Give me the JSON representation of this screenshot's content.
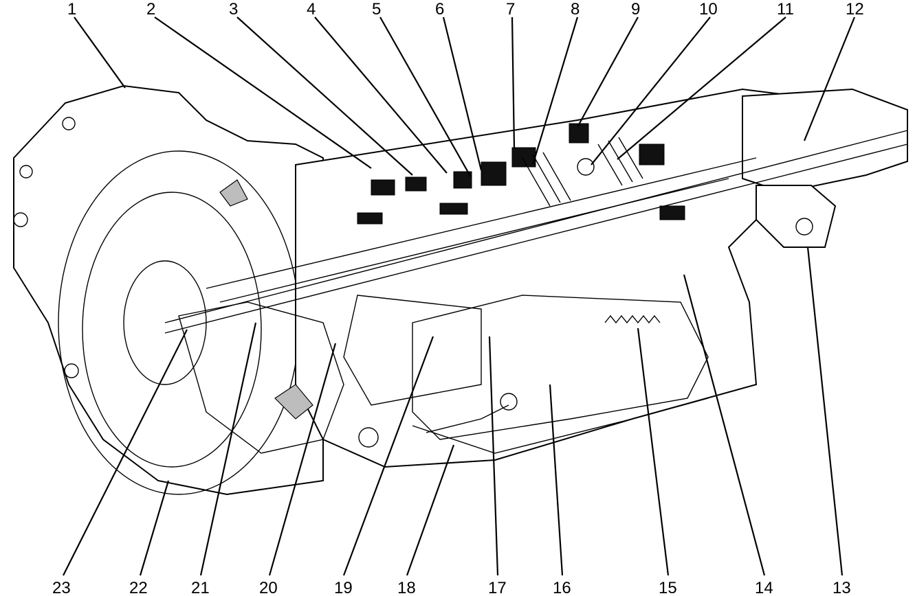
{
  "diagram": {
    "callouts_top": [
      {
        "num": "1"
      },
      {
        "num": "2"
      },
      {
        "num": "3"
      },
      {
        "num": "4"
      },
      {
        "num": "5"
      },
      {
        "num": "6"
      },
      {
        "num": "7"
      },
      {
        "num": "8"
      },
      {
        "num": "9"
      },
      {
        "num": "10"
      },
      {
        "num": "11"
      },
      {
        "num": "12"
      }
    ],
    "callouts_bottom": [
      {
        "num": "23"
      },
      {
        "num": "22"
      },
      {
        "num": "21"
      },
      {
        "num": "20"
      },
      {
        "num": "19"
      },
      {
        "num": "18"
      },
      {
        "num": "17"
      },
      {
        "num": "16"
      },
      {
        "num": "15"
      },
      {
        "num": "14"
      },
      {
        "num": "13"
      }
    ]
  },
  "colors": {
    "ink": "#000000",
    "paper": "#ffffff",
    "shade": "#bdbdbd"
  }
}
